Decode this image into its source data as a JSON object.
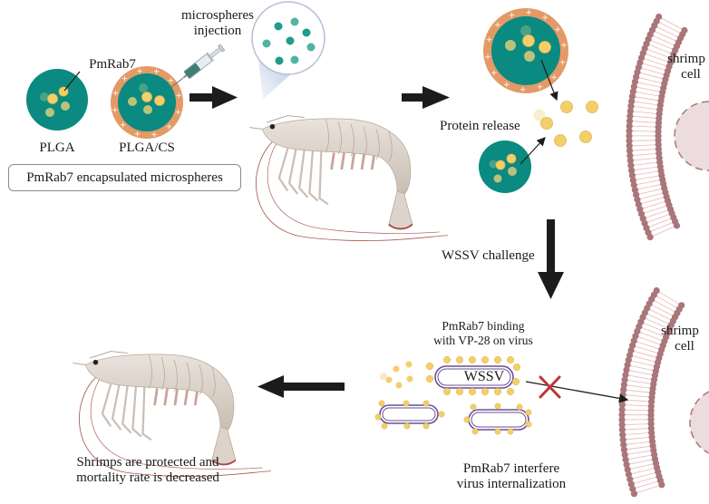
{
  "colors": {
    "teal_core": "#0a8a80",
    "chitosan_shell": "#e39a66",
    "protein_yellow": "#f3cf6a",
    "protein_olive": "#bcc27a",
    "membrane_head": "#a9767a",
    "membrane_tail": "#e6b7bb",
    "nucleus_fill": "#ecdcdd",
    "virus_outline": "#6b4f96",
    "block_x": "#b9373a",
    "arrow": "#1c1c1c"
  },
  "labels": {
    "pmrab7": "PmRab7",
    "plga": "PLGA",
    "plga_cs": "PLGA/CS",
    "encapsulated_box": "PmRab7 encapsulated microspheres",
    "injection_line1": "microspheres",
    "injection_line2": "injection",
    "protein_release": "Protein release",
    "shrimp_cell_top_1": "shrimp",
    "shrimp_cell_top_2": "cell",
    "wssv_challenge": "WSSV challenge",
    "binding_line1": "PmRab7 binding",
    "binding_line2": "with VP-28 on virus",
    "wssv": "WSSV",
    "shrimp_cell_bottom_1": "shrimp",
    "shrimp_cell_bottom_2": "cell",
    "interfere_line1": "PmRab7 interfere",
    "interfere_line2": "virus internalization",
    "outcome_line1": "Shrimps are protected and",
    "outcome_line2": "mortality rate is decreased"
  }
}
